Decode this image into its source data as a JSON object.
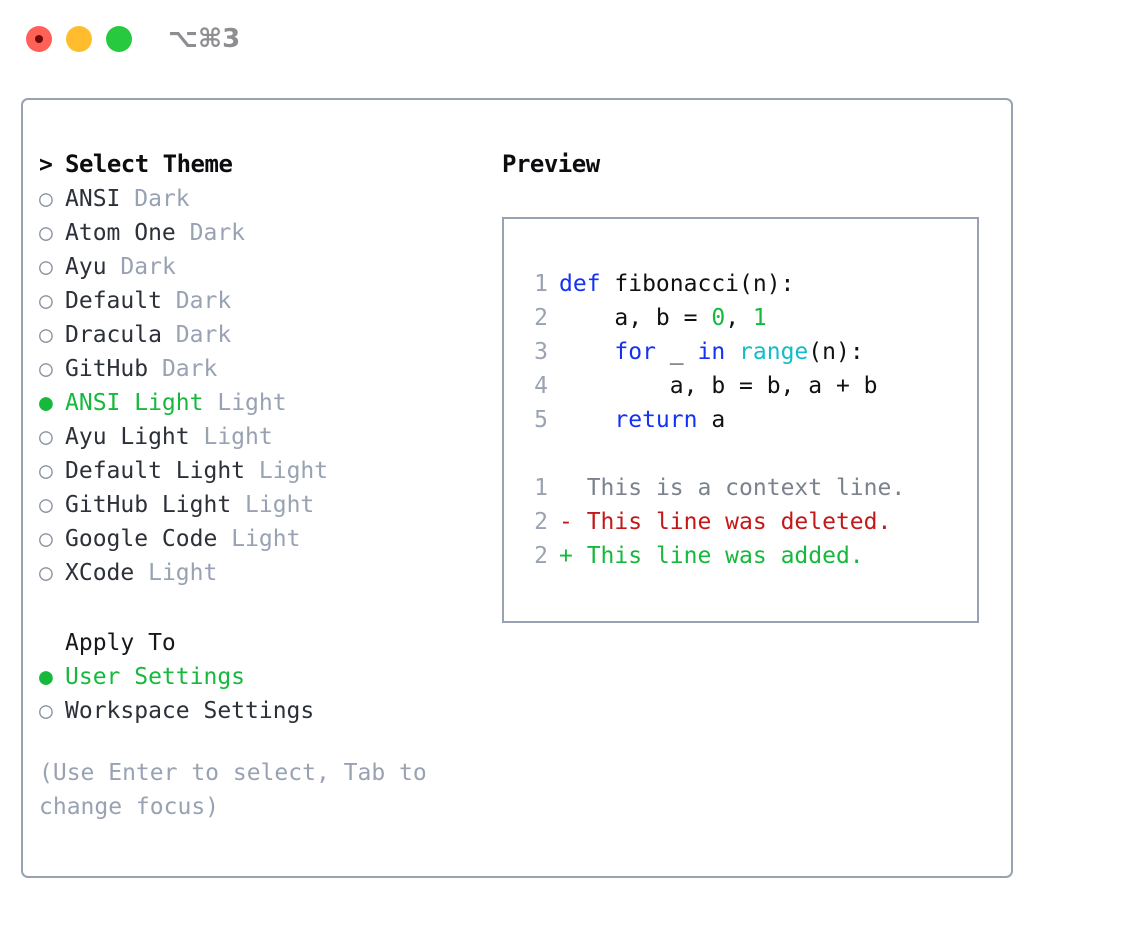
{
  "titlebar": {
    "shortcut": "⌥⌘3",
    "buttons": [
      {
        "name": "close",
        "color": "#ff6159"
      },
      {
        "name": "minimize",
        "color": "#ffbd2e"
      },
      {
        "name": "maximize",
        "color": "#27c93f"
      }
    ]
  },
  "theme_panel": {
    "header": "Select Theme",
    "header_prefix": ">",
    "marker_selected": "●",
    "marker_unselected": "○",
    "items": [
      {
        "name": "ANSI",
        "variant": "Dark",
        "selected": false
      },
      {
        "name": "Atom One",
        "variant": "Dark",
        "selected": false
      },
      {
        "name": "Ayu",
        "variant": "Dark",
        "selected": false
      },
      {
        "name": "Default",
        "variant": "Dark",
        "selected": false
      },
      {
        "name": "Dracula",
        "variant": "Dark",
        "selected": false
      },
      {
        "name": "GitHub",
        "variant": "Dark",
        "selected": false
      },
      {
        "name": "ANSI Light",
        "variant": "Light",
        "selected": true
      },
      {
        "name": "Ayu Light",
        "variant": "Light",
        "selected": false
      },
      {
        "name": "Default Light",
        "variant": "Light",
        "selected": false
      },
      {
        "name": "GitHub Light",
        "variant": "Light",
        "selected": false
      },
      {
        "name": "Google Code",
        "variant": "Light",
        "selected": false
      },
      {
        "name": "XCode",
        "variant": "Light",
        "selected": false
      }
    ]
  },
  "apply_to": {
    "label": "Apply To",
    "options": [
      {
        "name": "User Settings",
        "selected": true
      },
      {
        "name": "Workspace Settings",
        "selected": false
      }
    ]
  },
  "hint": "(Use Enter to select, Tab to change focus)",
  "preview": {
    "title": "Preview",
    "code_lines": [
      {
        "lineno": "1",
        "tokens": [
          {
            "text": "def",
            "type": "kw"
          },
          {
            "text": " fibonacci(n):",
            "type": "plain"
          }
        ]
      },
      {
        "lineno": "2",
        "tokens": [
          {
            "text": "    a, b = ",
            "type": "plain"
          },
          {
            "text": "0",
            "type": "num"
          },
          {
            "text": ", ",
            "type": "plain"
          },
          {
            "text": "1",
            "type": "num"
          }
        ]
      },
      {
        "lineno": "3",
        "tokens": [
          {
            "text": "    ",
            "type": "plain"
          },
          {
            "text": "for",
            "type": "kw"
          },
          {
            "text": " _ ",
            "type": "plain"
          },
          {
            "text": "in",
            "type": "kw"
          },
          {
            "text": " ",
            "type": "plain"
          },
          {
            "text": "range",
            "type": "fn"
          },
          {
            "text": "(n):",
            "type": "plain"
          }
        ]
      },
      {
        "lineno": "4",
        "tokens": [
          {
            "text": "        a, b = b, a + b",
            "type": "plain"
          }
        ]
      },
      {
        "lineno": "5",
        "tokens": [
          {
            "text": "    ",
            "type": "plain"
          },
          {
            "text": "return",
            "type": "kw"
          },
          {
            "text": " a",
            "type": "plain"
          }
        ]
      }
    ],
    "diff_lines": [
      {
        "lineno": "1",
        "sign": " ",
        "text": " This is a context line.",
        "type": "ctx"
      },
      {
        "lineno": "2",
        "sign": "-",
        "text": " This line was deleted.",
        "type": "del"
      },
      {
        "lineno": "2",
        "sign": "+",
        "text": " This line was added.",
        "type": "add"
      }
    ]
  },
  "colors": {
    "accent_green": "#16b93c",
    "muted": "#98a2b3",
    "keyword_blue": "#1531f2",
    "function_cyan": "#12bdc8",
    "diff_delete": "#c41818",
    "border": "#98a2b3"
  }
}
